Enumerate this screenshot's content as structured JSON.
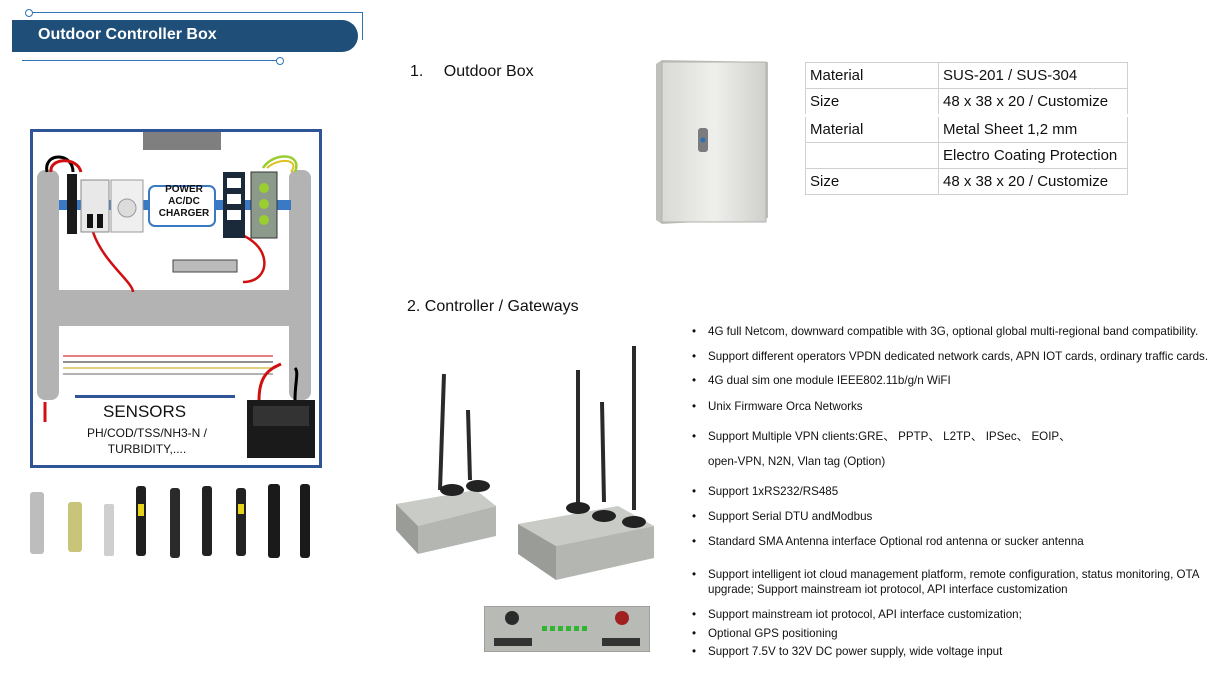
{
  "header": {
    "title": "Outdoor Controller Box"
  },
  "section1": {
    "number": "1.",
    "title": "Outdoor Box"
  },
  "section2": {
    "title": "2. Controller / Gateways"
  },
  "spec_table": [
    {
      "key": "Material",
      "value": "SUS-201 / SUS-304"
    },
    {
      "key": "Size",
      "value": "48 x 38 x 20 / Customize"
    },
    {
      "key": "Material",
      "value": "Metal Sheet 1,2 mm"
    },
    {
      "key": "",
      "value": "Electro Coating Protection"
    },
    {
      "key": "Size",
      "value": "48 x 38 x 20 / Customize"
    }
  ],
  "diagram": {
    "power_label": "POWER AC/DC CHARGER",
    "sensors_title": "SENSORS",
    "sensors_sub": "PH/COD/TSS/NH3-N / TURBIDITY,...."
  },
  "features": [
    "4G full Netcom, downward compatible with 3G, optional global  multi-regional band compatibility.",
    "Support different operators VPDN dedicated network cards,  APN IOT cards, ordinary traffic cards.",
    "4G dual sim one module IEEE802.11b/g/n WiFI",
    "Unix Firmware Orca Networks",
    "Support Multiple VPN clients:GRE、 PPTP、 L2TP、 IPSec、 EOIP、  open-VPN, N2N, Vlan tag (Option)",
    "Support 1xRS232/RS485",
    "Support Serial DTU andModbus",
    "Standard SMA Antenna interface Optional rod antenna or  sucker antenna",
    "Support intelligent iot cloud management platform, remote  configuration, status monitoring, OTA upgrade; Support  mainstream iot protocol, API interface customization",
    "Support mainstream iot protocol, API interface  customization;",
    "Optional GPS positioning",
    "Support 7.5V to 32V DC power supply, wide voltage  input"
  ],
  "colors": {
    "banner": "#1f4e79",
    "accent_line": "#2e75b6",
    "diagram_border": "#2f5597"
  }
}
